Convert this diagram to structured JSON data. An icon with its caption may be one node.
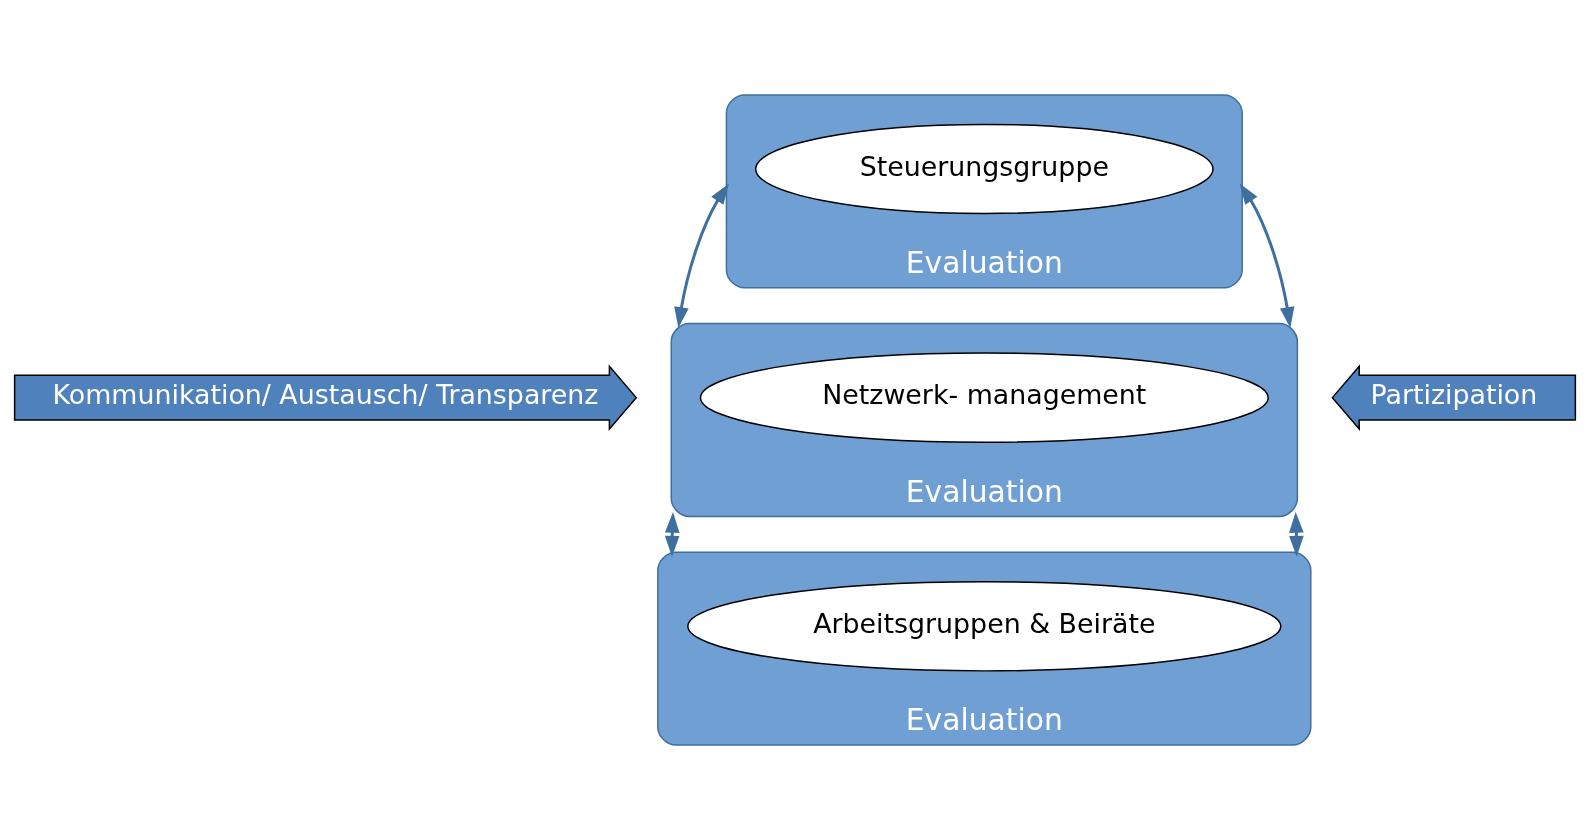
{
  "diagram": {
    "nodes": [
      {
        "text": [
          "Evaluation"
        ]
      },
      {
        "text": [
          "Steuerungsgruppe"
        ],
        "in": 0
      },
      {
        "text": [
          "Kommunikation/ Austausch/ Transparenz"
        ]
      },
      {
        "text": [
          "Evaluation"
        ]
      },
      {
        "text": [
          "Netzwerk- management"
        ],
        "in": 3
      },
      {
        "text": [
          "Partizipation"
        ]
      },
      {
        "text": [
          "Evaluation"
        ]
      },
      {
        "text": [
          "Arbeitsgruppen & Beiräte"
        ],
        "in": 6
      }
    ],
    "edges": [
      {
        "from": 0,
        "to": 3,
        "arrow": "both"
      },
      {
        "from": 0,
        "to": 3,
        "arrow": "both"
      },
      {
        "from": 3,
        "to": 6,
        "arrow": "both"
      },
      {
        "from": 3,
        "to": 6,
        "arrow": "both"
      }
    ]
  }
}
